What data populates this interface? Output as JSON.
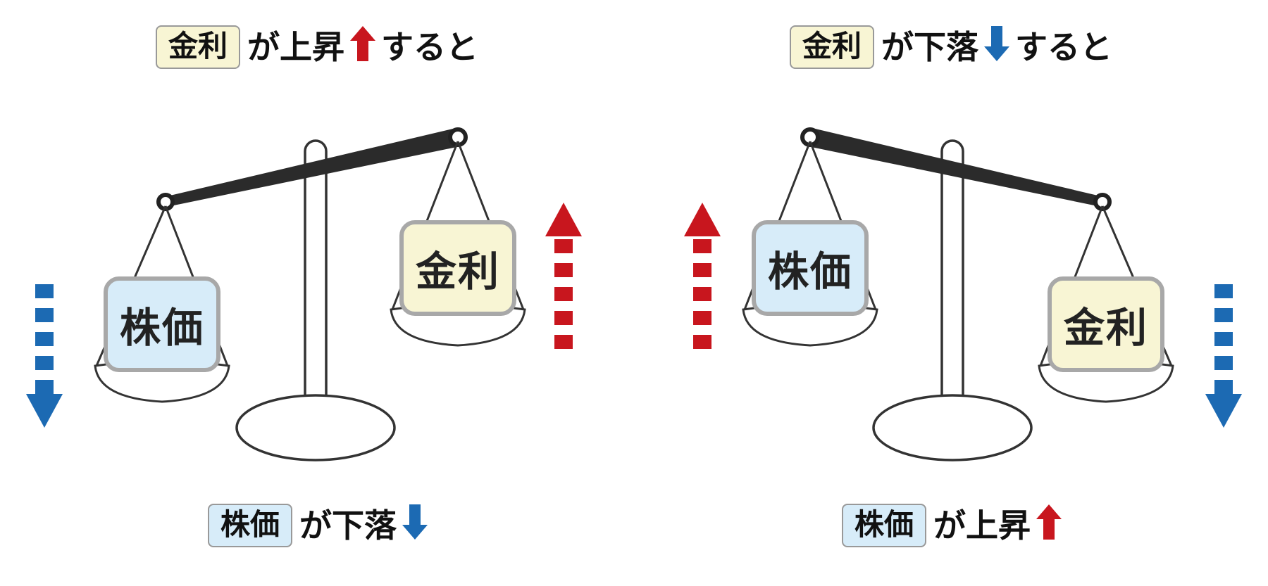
{
  "page": {
    "background": "#ffffff"
  },
  "colors": {
    "red_arrow": "#c8161e",
    "blue_arrow": "#1c6ab3",
    "interest_box_fill": "#f8f5d4",
    "stock_box_fill": "#d7ecf9",
    "box_border": "#a8a8a8",
    "beam": "#2b2b2b",
    "outline": "#333333",
    "text": "#111111"
  },
  "left_panel": {
    "title": {
      "keyword": "金利",
      "mid": "が上昇",
      "arrow": "up-red",
      "suffix": "すると"
    },
    "scale": {
      "raised_side_label": "金利",
      "lowered_side_label": "株価"
    },
    "side_arrows": {
      "left": "down-blue-dashed",
      "right": "up-red-dashed"
    },
    "footer": {
      "keyword": "株価",
      "mid": "が下落",
      "arrow": "down-blue"
    }
  },
  "right_panel": {
    "title": {
      "keyword": "金利",
      "mid": "が下落",
      "arrow": "down-blue",
      "suffix": "すると"
    },
    "scale": {
      "raised_side_label": "株価",
      "lowered_side_label": "金利"
    },
    "side_arrows": {
      "left": "up-red-dashed",
      "right": "down-blue-dashed"
    },
    "footer": {
      "keyword": "株価",
      "mid": "が上昇",
      "arrow": "up-red"
    }
  }
}
